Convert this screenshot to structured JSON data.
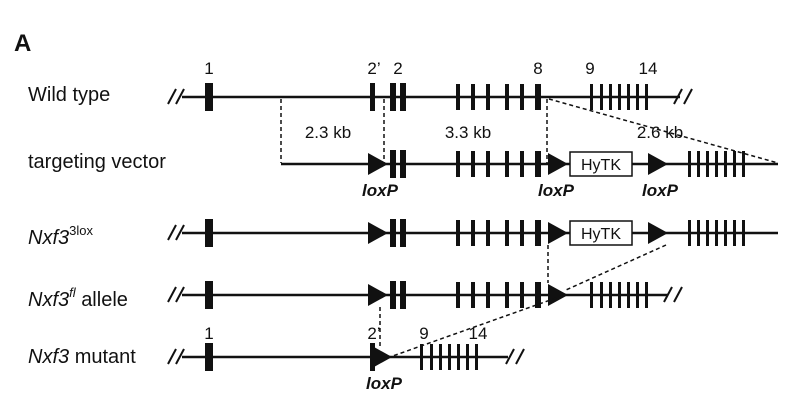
{
  "panel_label": "A",
  "rows": {
    "wild_type": "Wild type",
    "targeting_vector": "targeting vector",
    "nxf3_3lox_gene": "Nxf3",
    "nxf3_3lox_sup": "3lox",
    "nxf3_fl_gene": "Nxf3",
    "nxf3_fl_sup": "fl",
    "nxf3_fl_rest": "allele",
    "nxf3_mutant_gene": "Nxf3",
    "nxf3_mutant_rest": "mutant"
  },
  "exons": {
    "e1": "1",
    "e2p": "2’",
    "e2": "2",
    "e8": "8",
    "e9": "9",
    "e14": "14"
  },
  "fragments": {
    "f1": "2.3 kb",
    "f2": "3.3 kb",
    "f3": "2.6 kb"
  },
  "loxp": "loxP",
  "cassette": "HyTK"
}
